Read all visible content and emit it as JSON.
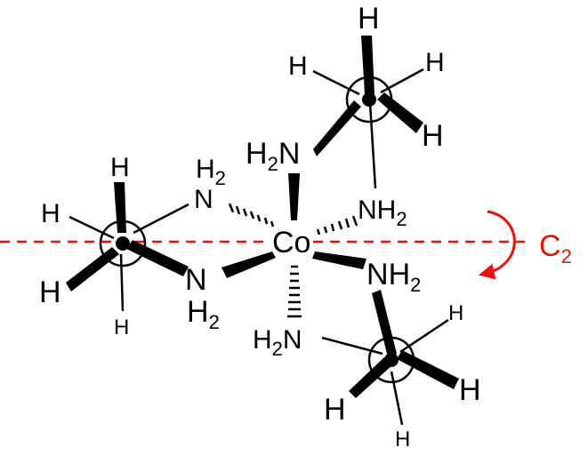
{
  "atoms": {
    "metal": "Co",
    "hydrogen": "H",
    "nitrogen": "N",
    "subscript_two": "2"
  },
  "symmetry": {
    "axis_label": "C",
    "axis_subscript": "2",
    "color": "#e8120c"
  },
  "colors": {
    "bonds": "#000000",
    "axis": "#e8120c"
  }
}
